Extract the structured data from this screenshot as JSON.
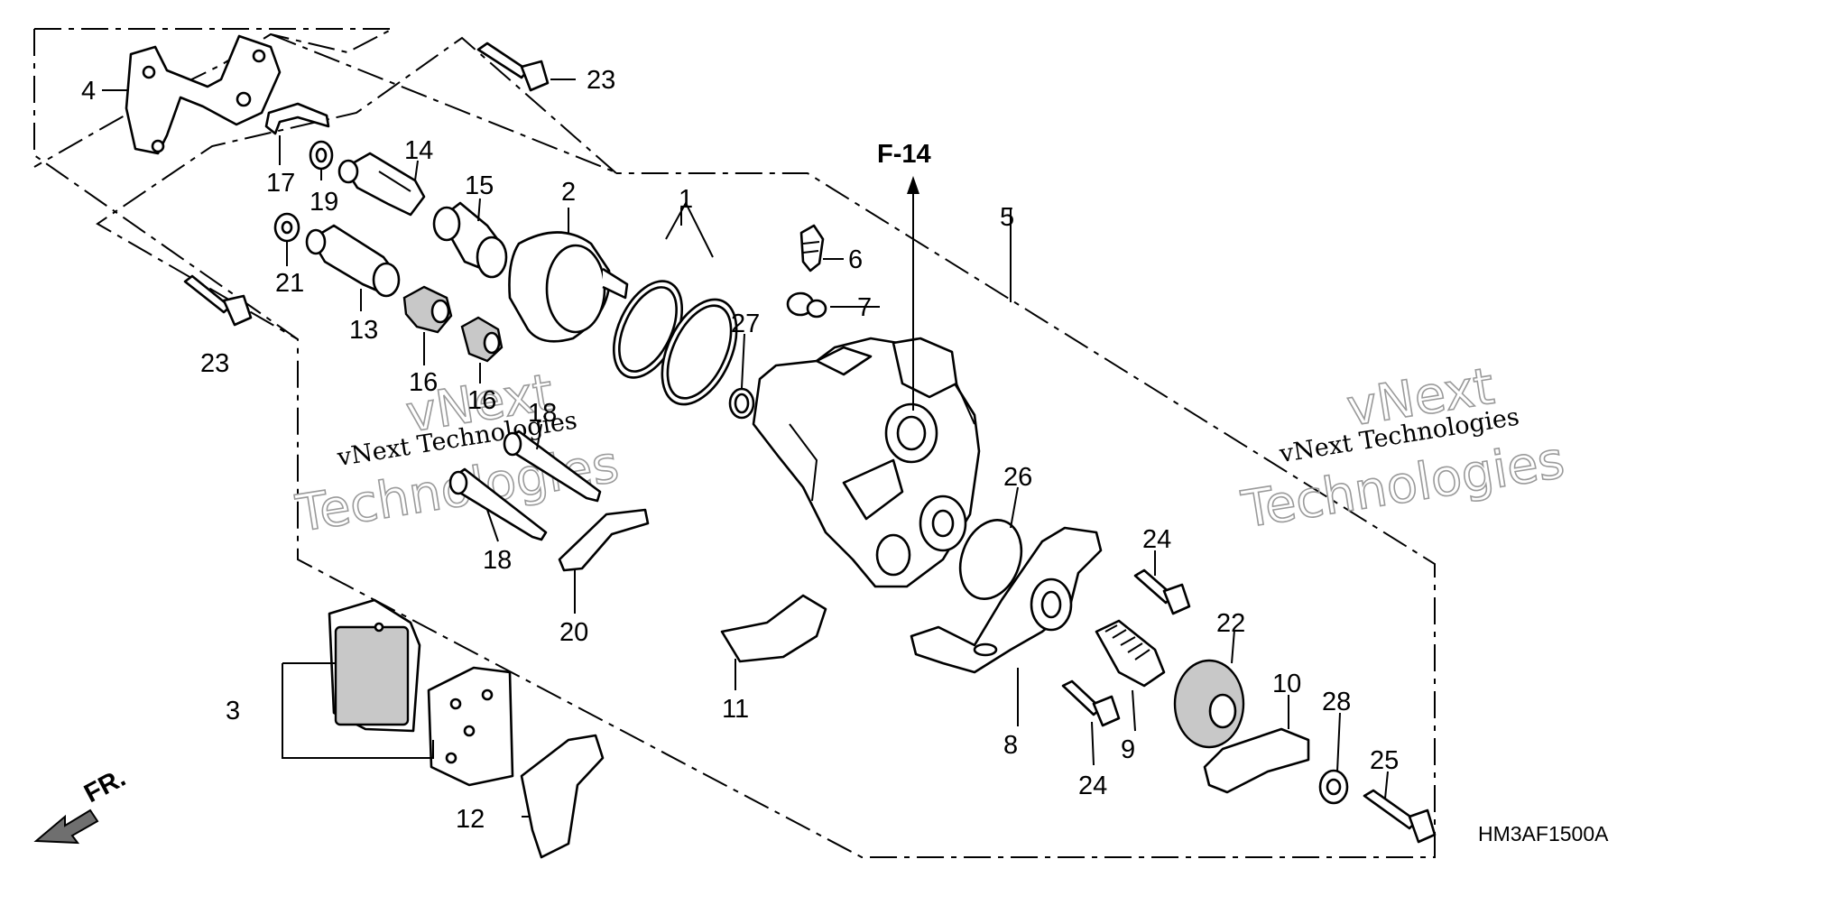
{
  "header_ref": "F-14",
  "diagram_code": "HM3AF1500A",
  "direction_label": "FR.",
  "watermark": {
    "line_a": "vNext Technologies",
    "line_b1": "vNext",
    "line_b2": "Technologies"
  },
  "callouts": {
    "c1": "1",
    "c2": "2",
    "c3": "3",
    "c4": "4",
    "c5": "5",
    "c6": "6",
    "c7": "7",
    "c8": "8",
    "c9": "9",
    "c10": "10",
    "c11": "11",
    "c12": "12",
    "c13": "13",
    "c14": "14",
    "c15": "15",
    "c16a": "16",
    "c16b": "16",
    "c17": "17",
    "c18a": "18",
    "c18b": "18",
    "c19": "19",
    "c20": "20",
    "c21": "21",
    "c22": "22",
    "c23a": "23",
    "c23b": "23",
    "c24a": "24",
    "c24b": "24",
    "c25": "25",
    "c26": "26",
    "c27": "27",
    "c28": "28"
  }
}
